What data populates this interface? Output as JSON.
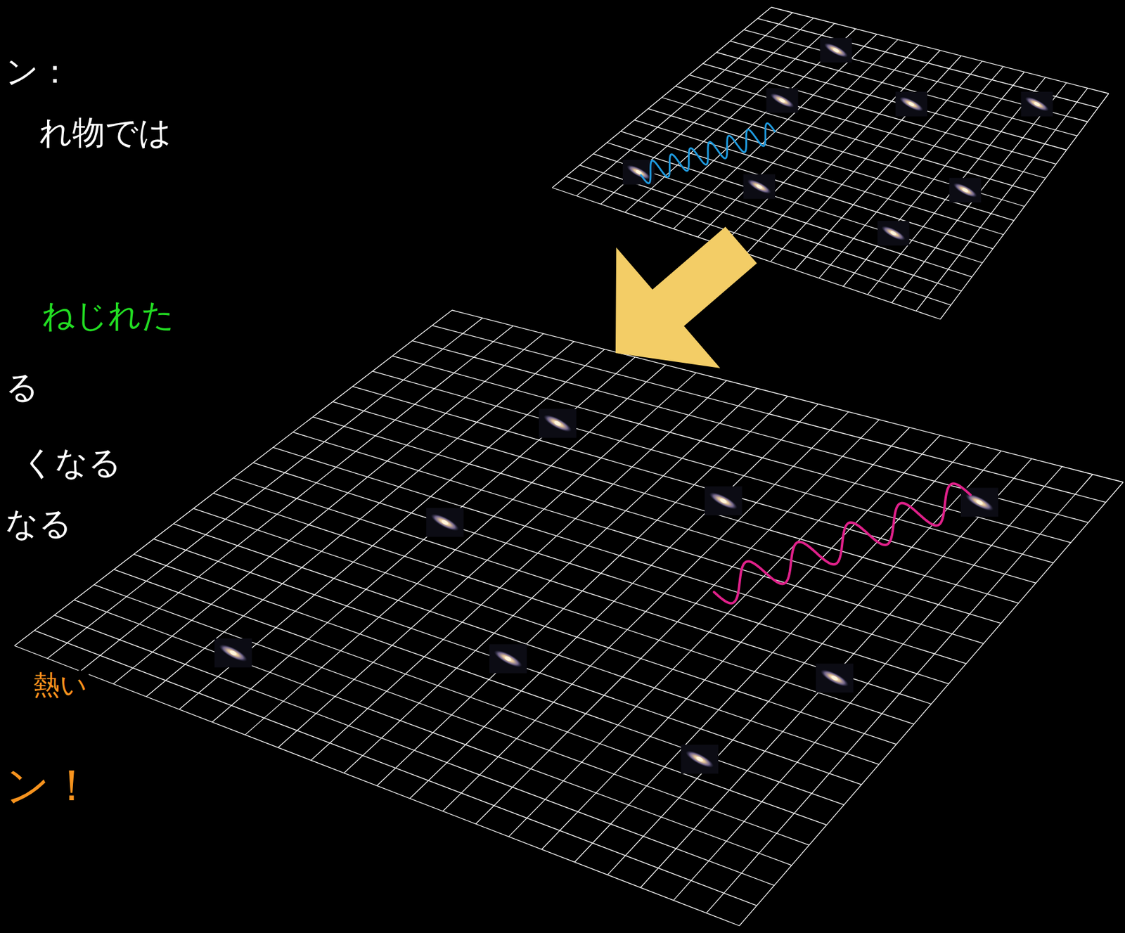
{
  "diagram": {
    "labels": [
      "ン：",
      "れ物では",
      "ねじれた",
      "る",
      "くなる",
      "なる",
      "熱い",
      "ン！"
    ]
  }
}
